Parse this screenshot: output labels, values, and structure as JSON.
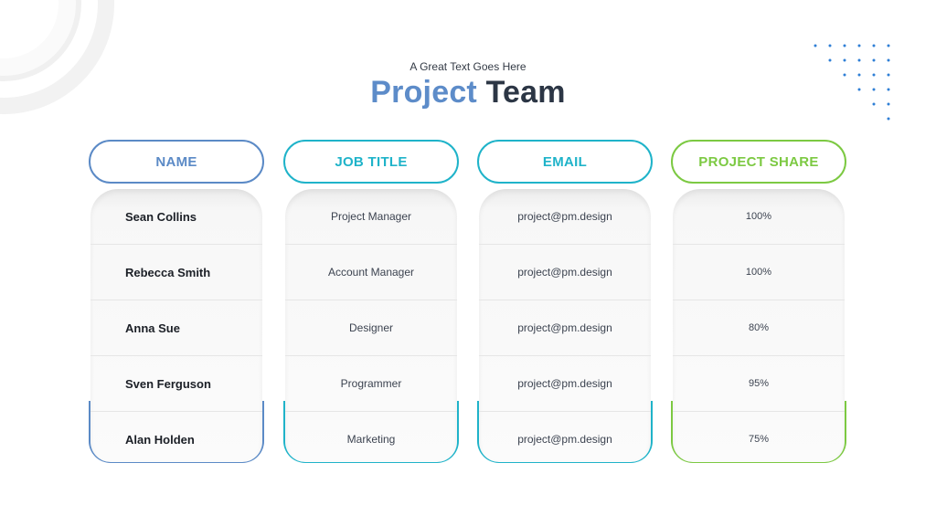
{
  "heading": {
    "subtitle": "A Great Text Goes Here",
    "title_accent": "Project",
    "title_main": " Team"
  },
  "colors": {
    "name": "#5b8ac6",
    "job_title": "#1fb3c9",
    "email": "#1fb3c9",
    "project_share": "#7cc942"
  },
  "table": {
    "headers": [
      "NAME",
      "JOB TITLE",
      "EMAIL",
      "PROJECT SHARE"
    ],
    "rows": [
      {
        "name": "Sean Collins",
        "job_title": "Project Manager",
        "email": "project@pm.design",
        "share": "100%"
      },
      {
        "name": "Rebecca Smith",
        "job_title": "Account Manager",
        "email": "project@pm.design",
        "share": "100%"
      },
      {
        "name": "Anna Sue",
        "job_title": "Designer",
        "email": "project@pm.design",
        "share": "80%"
      },
      {
        "name": "Sven Ferguson",
        "job_title": "Programmer",
        "email": "project@pm.design",
        "share": "95%"
      },
      {
        "name": "Alan Holden",
        "job_title": "Marketing",
        "email": "project@pm.design",
        "share": "75%"
      }
    ]
  }
}
